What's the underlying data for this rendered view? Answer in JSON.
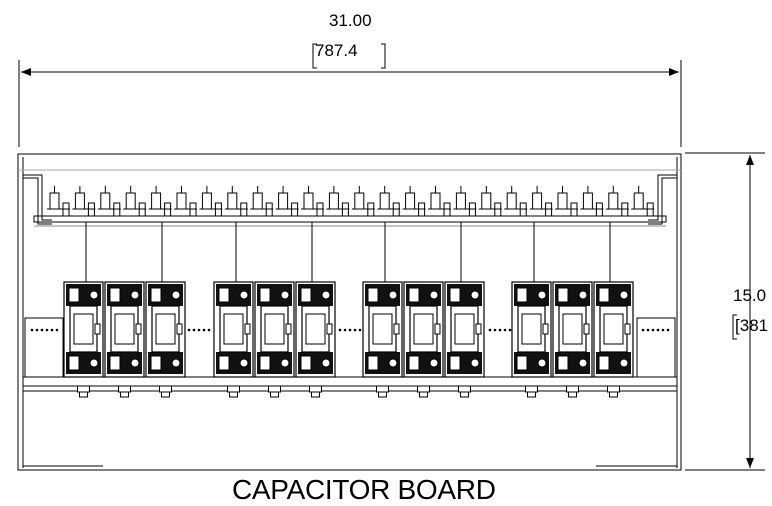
{
  "drawing": {
    "width_dimension_inches": "31.00",
    "width_dimension_mm": "787.4",
    "height_dimension_inches": "15.0",
    "height_dimension_mm": "381",
    "caption": "CAPACITOR BOARD"
  },
  "fuse_groups": 4,
  "fuses_per_group": 3,
  "line_color": "#000000"
}
